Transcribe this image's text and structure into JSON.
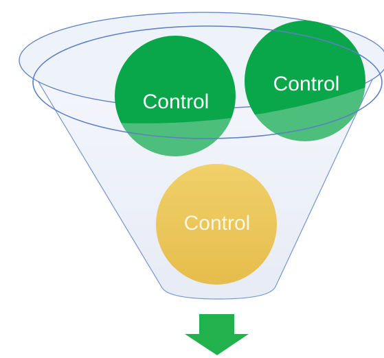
{
  "diagram": {
    "circles": [
      {
        "label": "Control",
        "fill": "#0aa64a",
        "text_color": "#ffffff"
      },
      {
        "label": "Control",
        "fill": "#0aa64a",
        "text_color": "#ffffff"
      },
      {
        "label": "Control",
        "fill": "#ecc55a",
        "text_color": "#ffffff"
      }
    ],
    "funnel": {
      "fill": "#eef2f9",
      "stroke": "#5b7fc7"
    },
    "arrow": {
      "fill": "#22b14c",
      "direction": "down"
    }
  }
}
